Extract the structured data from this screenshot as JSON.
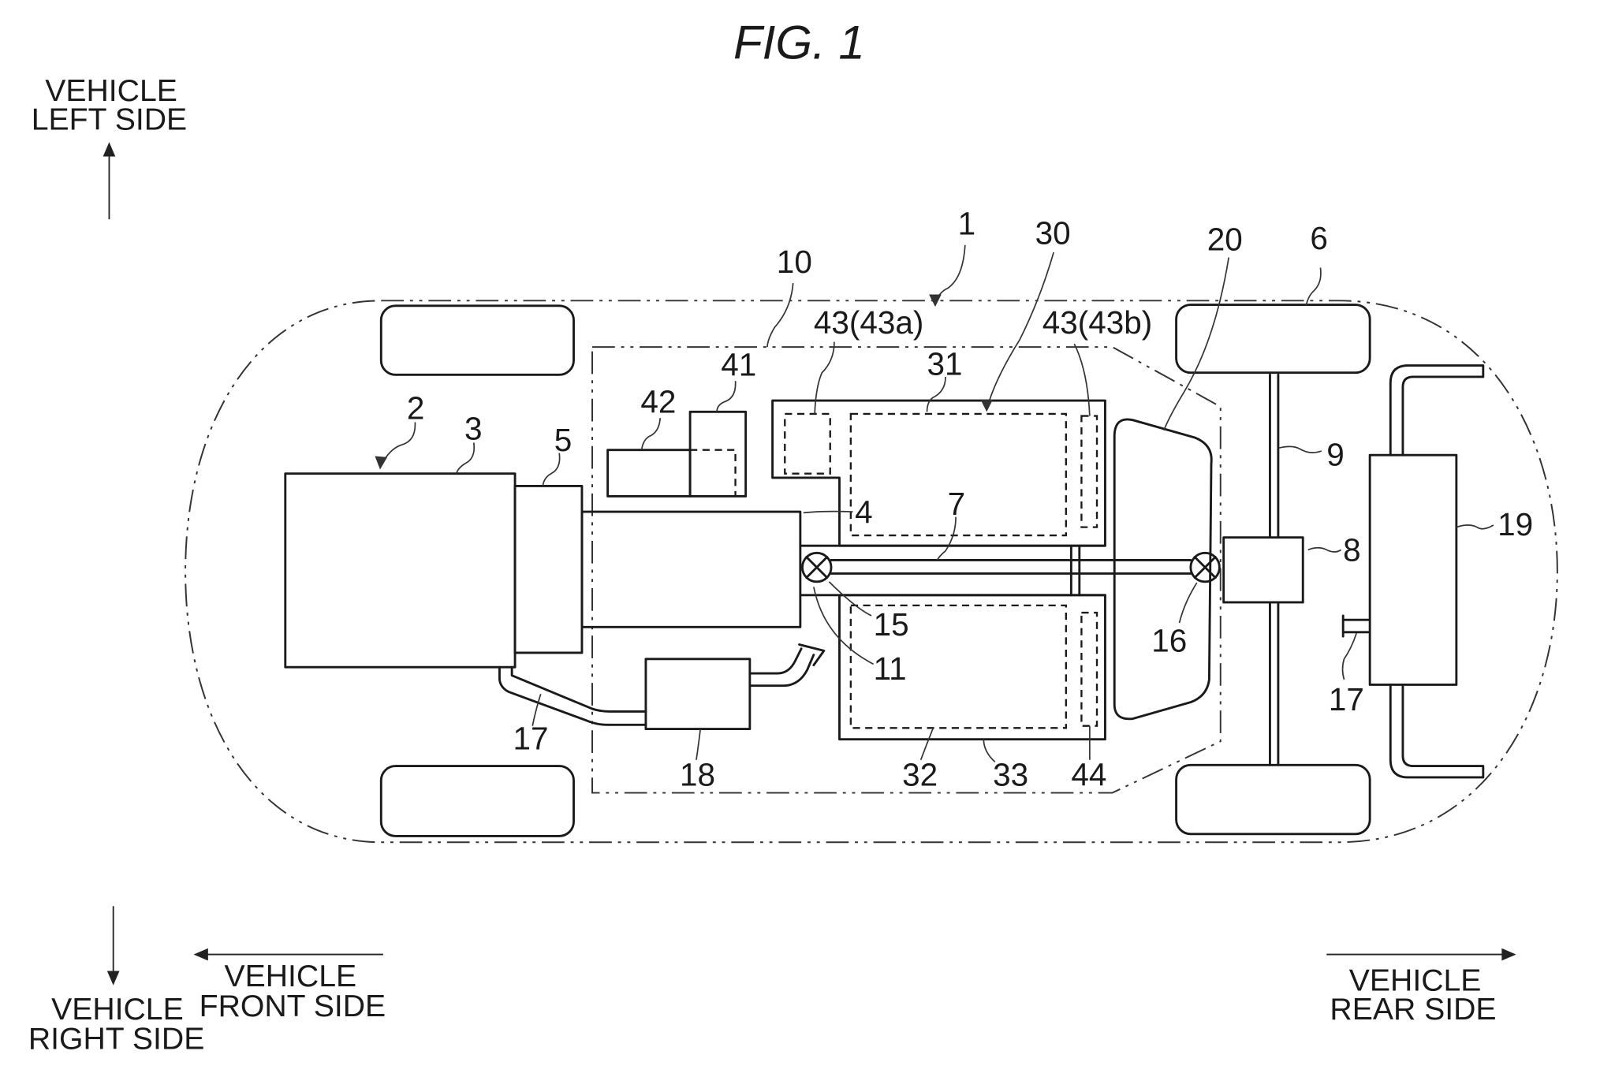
{
  "figure": {
    "title": "FIG. 1"
  },
  "directions": {
    "left": [
      "VEHICLE",
      "LEFT SIDE"
    ],
    "right": [
      "VEHICLE",
      "RIGHT SIDE"
    ],
    "front": [
      "VEHICLE",
      "FRONT SIDE"
    ],
    "rear": [
      "VEHICLE",
      "REAR SIDE"
    ]
  },
  "reference_numerals": {
    "vehicle": "1",
    "power_unit": "2",
    "engine": "3",
    "transmission": "4",
    "clutch_housing": "5",
    "rear_wheel": "6",
    "propeller_shaft": "7",
    "differential": "8",
    "rear_axle": "9",
    "center_region": "10",
    "floor_tunnel": "11",
    "front_joint": "15",
    "rear_joint": "16",
    "exhaust_pipe_front": "17",
    "exhaust_pipe_rear": "17",
    "catalyst": "18",
    "muffler": "19",
    "fuel_tank": "20",
    "battery_unit": "30",
    "battery_upper": "31",
    "battery_lower": "32",
    "battery_case": "33",
    "component_41": "41",
    "component_42": "42",
    "cooling_43a": "43(43a)",
    "cooling_43b": "43(43b)",
    "component_44": "44"
  }
}
